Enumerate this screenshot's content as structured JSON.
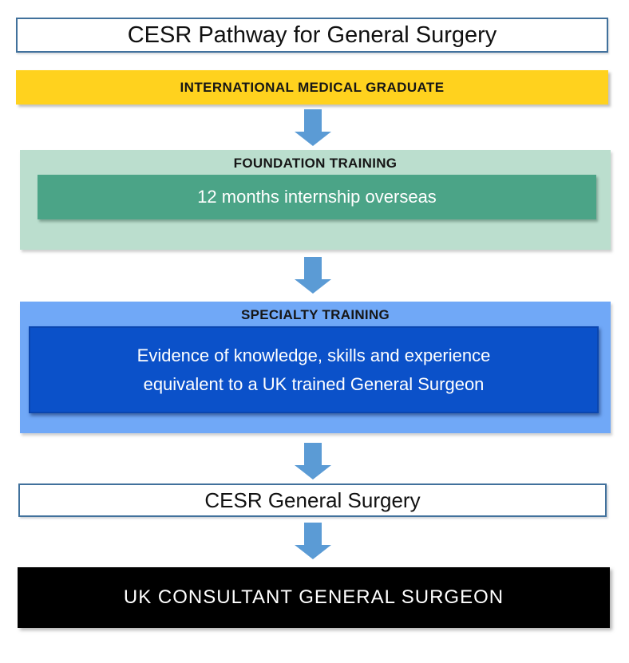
{
  "diagram": {
    "title": "CESR Pathway for General Surgery",
    "stages": {
      "img": {
        "label": "INTERNATIONAL MEDICAL GRADUATE"
      },
      "foundation": {
        "header": "FOUNDATION TRAINING",
        "detail": "12 months internship overseas"
      },
      "specialty": {
        "header": "SPECIALTY TRAINING",
        "detail": "Evidence of knowledge, skills and experience equivalent to a UK trained General Surgeon"
      },
      "cesr": {
        "label": "CESR General Surgery"
      },
      "consultant": {
        "label": "UK CONSULTANT GENERAL SURGEON"
      }
    },
    "colors": {
      "title_border": "#41719C",
      "img_fill": "#FFD21E",
      "foundation_fill": "#BBDECE",
      "foundation_inner_fill": "#4BA487",
      "specialty_fill": "#70A8F7",
      "specialty_inner_fill": "#0B51C9",
      "cesr_border": "#41719C",
      "consultant_fill": "#000000",
      "arrow": "#5B9BD5",
      "text_dark": "#161616",
      "text_light": "#FFFFFF"
    }
  }
}
